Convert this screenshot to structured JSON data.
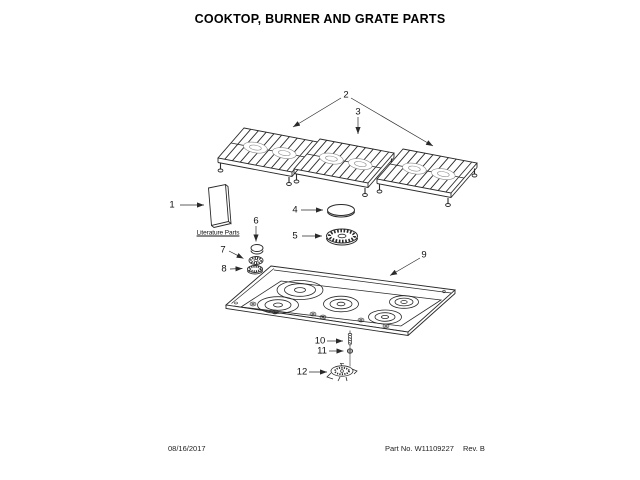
{
  "title": "COOKTOP, BURNER AND GRATE PARTS",
  "diagram": {
    "literature_label": "Literature Parts",
    "callouts": [
      {
        "label": "1"
      },
      {
        "label": "2"
      },
      {
        "label": "3"
      },
      {
        "label": "4"
      },
      {
        "label": "5"
      },
      {
        "label": "6"
      },
      {
        "label": "7"
      },
      {
        "label": "8"
      },
      {
        "label": "9"
      },
      {
        "label": "10"
      },
      {
        "label": "11"
      },
      {
        "label": "12"
      }
    ],
    "parts": [
      "literature-parts-booklet",
      "grate-left",
      "grate-center",
      "grate-right",
      "burner-cap-oval",
      "burner-head",
      "small-burner-cap",
      "small-burner-ring",
      "small-burner-base",
      "cooktop-panel",
      "orifice-screw",
      "orifice-ring",
      "burner-assembly"
    ]
  },
  "footer": {
    "date": "08/16/2017",
    "part_no": "Part No. W11109227",
    "revision": "Rev. B"
  },
  "colors": {
    "background": "#ffffff",
    "line": "#2a2a2a",
    "text": "#000000"
  }
}
